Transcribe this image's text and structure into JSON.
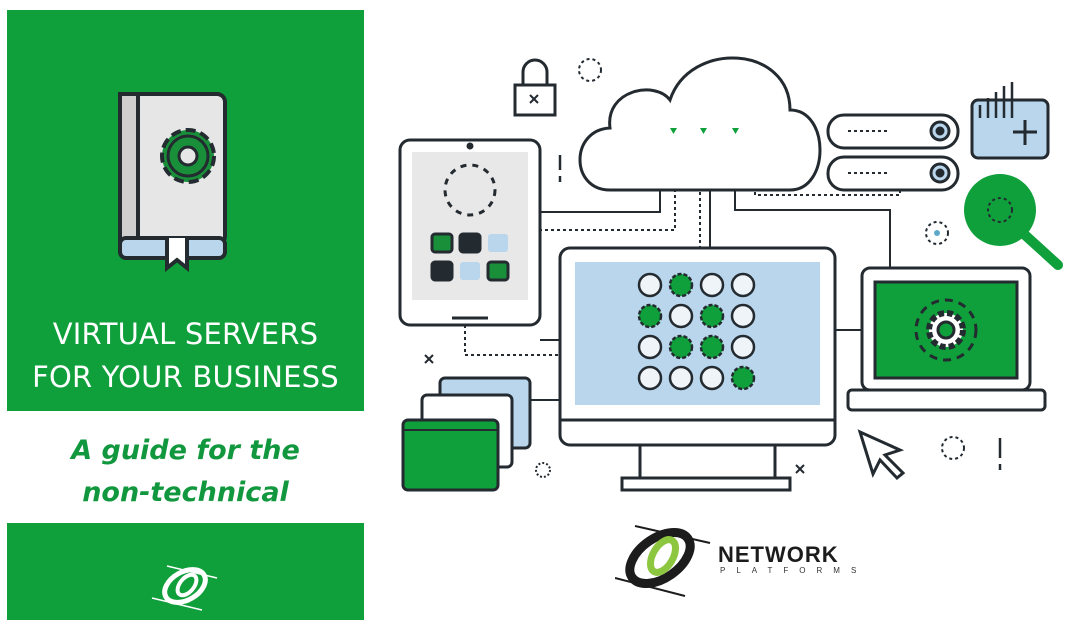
{
  "cover": {
    "title_line1": "VIRTUAL SERVERS",
    "title_line2": "FOR YOUR BUSINESS",
    "subtitle_line1": "A guide for the",
    "subtitle_line2": "non-technical"
  },
  "brand": {
    "name": "NETWORK",
    "tagline": "PLATFORMS"
  },
  "colors": {
    "green": "#0fa03b",
    "light_blue": "#b9d6ec",
    "dark": "#232a30"
  }
}
